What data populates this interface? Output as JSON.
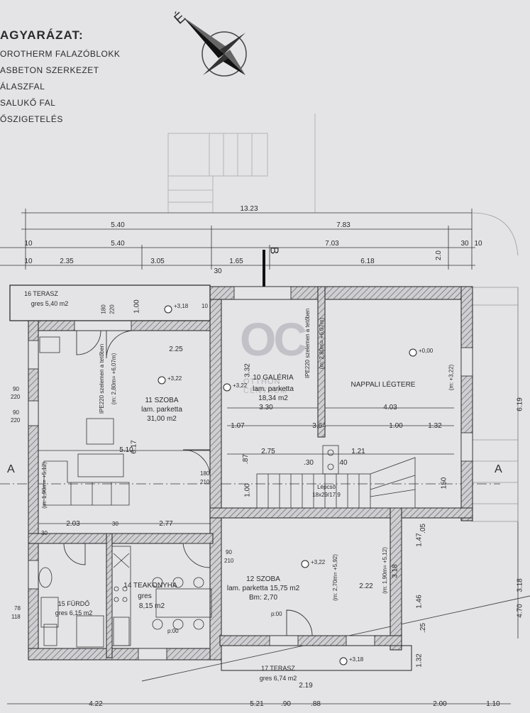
{
  "legend": {
    "title": "AGYARÁZAT:",
    "items": [
      "OROTHERM FALAZÓBLOKK",
      "ASBETON SZERKEZET",
      "ÁLASZFAL",
      "SALUKŐ FAL",
      "ŐSZIGETELÉS"
    ]
  },
  "compass": {
    "letter": "É"
  },
  "section_marks": {
    "a_left": "A",
    "a_right": "A",
    "b": "B"
  },
  "watermark": {
    "logo": "OC",
    "line1": "OTTHON",
    "line2": "CENTRUM"
  },
  "rooms": {
    "terasz16": {
      "name": "16 TERASZ",
      "detail": "gres 5,40 m2"
    },
    "szoba11": {
      "name": "11 SZOBA",
      "floor": "lam. parketta",
      "area": "31,00 m2"
    },
    "galeria": {
      "name": "10 GALÉRIA",
      "floor": "lam. parketta",
      "area": "18,34 m2"
    },
    "nappali": {
      "name": "NAPPALI LÉGTERE"
    },
    "szoba12": {
      "name": "12 SZOBA",
      "floor": "lam. parketta 15,75 m2",
      "extra": "Bm: 2,70"
    },
    "teakonyha": {
      "name": "14 TEAKONYHA",
      "floor": "gres",
      "area": "8,15 m2"
    },
    "furdo": {
      "name": "15 FÜRDŐ",
      "detail": "gres 6,15 m2"
    },
    "terasz17": {
      "name": "17 TERASZ",
      "detail": "gres 6,74 m2"
    },
    "lepcso": {
      "name": "Lépcső",
      "detail": "18x29/17,9"
    }
  },
  "levels": {
    "terasz16": "+3,18",
    "szoba11": "+3,22",
    "galeria": "+3,22",
    "nappali": "+0,00",
    "szoba12": "+3,22",
    "terasz17": "+3,18",
    "nappali_m": "(m: +3,22)"
  },
  "notes": {
    "ipe_left": "IPE220 szelemen a tetőben",
    "ipe_left_m": "(m: 2,80m= +6,07m)",
    "ipe_mid": "IPE220 szelemen a tetőben",
    "ipe_mid_m": "(m: 2,80m= +6,07m)",
    "m190_left": "(m: 1,90m= +5,12)",
    "m190_right": "(m: 1,90m= +5,12)",
    "m270": "(m: 2,70m= +5,92)",
    "p00a": "p:00",
    "p00b": "p:00"
  },
  "dims": {
    "top1": "13.23",
    "top2a": "5.40",
    "top2b": "7.83",
    "top3a": "5.40",
    "top3b": "7.03",
    "top3c": "2.0",
    "top3d": "30",
    "top3e": "10",
    "top3f": "10",
    "top4a": "2.35",
    "top4b": "3.05",
    "top4c": "1.65",
    "top4d": "6.18",
    "top4e": "10",
    "top4f": "30",
    "d225": "2.25",
    "d510": "5.10",
    "d617": "6.17",
    "d330": "3.30",
    "d403": "4.03",
    "d107": "1.07",
    "d364": "3.64",
    "d100a": "1.00",
    "d132a": "1.32",
    "d275": "2.75",
    "d121": "1.21",
    "d30": ".30",
    "d40": "40",
    "d150": "150",
    "d203": "2.03",
    "d277": "2.77",
    "d222": "2.22",
    "d318": "3.18",
    "d147": "1.47",
    "d146": "1.46",
    "d132b": "1.32",
    "d05": ".05",
    "d219": "2.19",
    "d87": ".87",
    "d100b": "1.00",
    "d332": "3.32",
    "d619": "6.19",
    "d318r": "3.18",
    "d470": "4.70",
    "b422": "4.22",
    "b521": "5.21",
    "b90": ".90",
    "b88": ".88",
    "b200": "2.00",
    "b110": "1.10",
    "v90a": "90",
    "v220a": "220",
    "v90b": "90",
    "v220b": "220",
    "v78": "78",
    "v118": "118",
    "d180": "180",
    "d210": "210",
    "d90": "90",
    "d210b": "210",
    "d180b": "180",
    "d220": "220",
    "d100c": "1.00",
    "d25": ".25",
    "d10a": "10",
    "d30a": "30",
    "d30b": "30"
  }
}
